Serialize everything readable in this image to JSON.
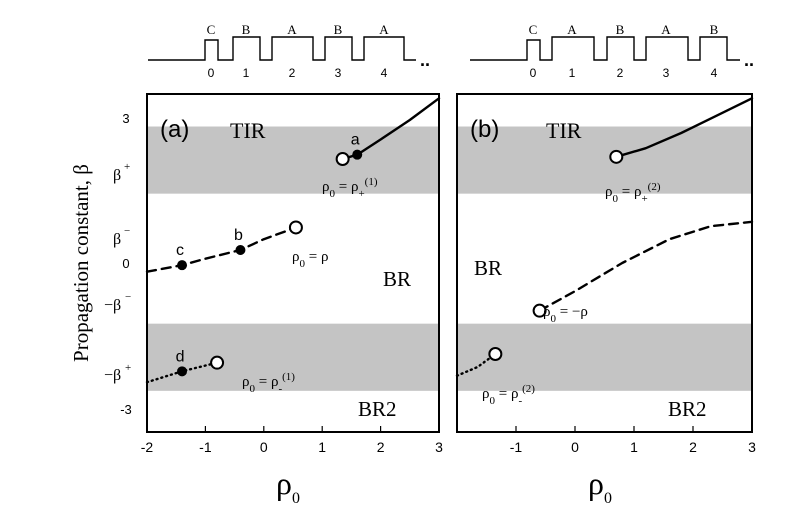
{
  "ylabel": "Propagation constant,  β",
  "xlabel_main": "ρ",
  "xlabel_sub": "0",
  "region_labels": {
    "tir": "TIR",
    "br": "BR",
    "br2": "BR2"
  },
  "ytick_labels": [
    "3",
    "β",
    "+",
    "β",
    "−",
    "0",
    "−β",
    "−",
    "−β",
    "+",
    "-3"
  ],
  "structure_labels": {
    "a": {
      "letters": [
        "C",
        "B",
        "A",
        "B",
        "A"
      ],
      "numbers": [
        "0",
        "1",
        "2",
        "3",
        "4"
      ],
      "ellipsis": ".."
    },
    "b": {
      "letters": [
        "C",
        "A",
        "B",
        "A",
        "B"
      ],
      "numbers": [
        "0",
        "1",
        "2",
        "3",
        "4"
      ],
      "ellipsis": ".."
    }
  },
  "chart_data": [
    {
      "type": "line",
      "panel_label": "(a)",
      "xlim": [
        -2,
        3
      ],
      "ylim": [
        -4,
        3.8
      ],
      "xticks": [
        -2,
        -1,
        0,
        1,
        2,
        3
      ],
      "xtick_labels": [
        "-2",
        "-1",
        "0",
        "1",
        "2",
        "3"
      ],
      "bands": [
        [
          1.5,
          3.05
        ],
        [
          -3.05,
          -1.5
        ]
      ],
      "series": [
        {
          "style": "solid",
          "x": [
            1.35,
            1.6,
            2.0,
            2.5,
            3.0
          ],
          "y": [
            2.3,
            2.4,
            2.75,
            3.2,
            3.7
          ]
        },
        {
          "style": "dashed",
          "x": [
            -2.0,
            -1.4,
            -1.0,
            -0.4,
            0.0,
            0.55
          ],
          "y": [
            -0.3,
            -0.15,
            0.0,
            0.2,
            0.45,
            0.72
          ]
        },
        {
          "style": "dotted",
          "x": [
            -2.0,
            -1.4,
            -0.8
          ],
          "y": [
            -2.85,
            -2.6,
            -2.4
          ]
        }
      ],
      "markers": [
        {
          "x": 1.35,
          "y": 2.3,
          "fill": "open",
          "label": ""
        },
        {
          "x": 1.6,
          "y": 2.4,
          "fill": "filled",
          "label": "a"
        },
        {
          "x": 0.55,
          "y": 0.72,
          "fill": "open",
          "label": ""
        },
        {
          "x": -0.4,
          "y": 0.2,
          "fill": "filled",
          "label": "b"
        },
        {
          "x": -1.4,
          "y": -0.15,
          "fill": "filled",
          "label": "c"
        },
        {
          "x": -0.8,
          "y": -2.4,
          "fill": "open",
          "label": ""
        },
        {
          "x": -1.4,
          "y": -2.6,
          "fill": "filled",
          "label": "d"
        }
      ],
      "annotations": [
        {
          "main": "ρ",
          "sub": "0",
          "eq": " = ρ",
          "esub": "+",
          "esup": "(1)"
        },
        {
          "main": "ρ",
          "sub": "0",
          "eq": " = ρ",
          "esub": "",
          "esup": ""
        },
        {
          "main": "ρ",
          "sub": "0",
          "eq": " = ρ",
          "esub": "-",
          "esup": "(1)"
        }
      ]
    },
    {
      "type": "line",
      "panel_label": "(b)",
      "xlim": [
        -2,
        3
      ],
      "ylim": [
        -4,
        3.8
      ],
      "xticks": [
        -1,
        0,
        1,
        2,
        3
      ],
      "xtick_labels": [
        "-1",
        "0",
        "1",
        "2",
        "3"
      ],
      "bands": [
        [
          1.5,
          3.05
        ],
        [
          -3.05,
          -1.5
        ]
      ],
      "series": [
        {
          "style": "solid",
          "x": [
            0.7,
            1.2,
            1.8,
            2.4,
            3.0
          ],
          "y": [
            2.35,
            2.55,
            2.9,
            3.3,
            3.7
          ]
        },
        {
          "style": "dashed",
          "x": [
            -0.6,
            0.0,
            0.8,
            1.6,
            2.3,
            3.0
          ],
          "y": [
            -1.2,
            -0.75,
            -0.1,
            0.45,
            0.75,
            0.85
          ]
        },
        {
          "style": "dotted",
          "x": [
            -2.0,
            -1.65,
            -1.35
          ],
          "y": [
            -2.7,
            -2.5,
            -2.2
          ]
        }
      ],
      "markers": [
        {
          "x": 0.7,
          "y": 2.35,
          "fill": "open",
          "label": ""
        },
        {
          "x": -0.6,
          "y": -1.2,
          "fill": "open",
          "label": ""
        },
        {
          "x": -1.35,
          "y": -2.2,
          "fill": "open",
          "label": ""
        }
      ],
      "annotations": [
        {
          "main": "ρ",
          "sub": "0",
          "eq": " = ρ",
          "esub": "+",
          "esup": "(2)"
        },
        {
          "main": "ρ",
          "sub": "0",
          "eq": " = −ρ",
          "esub": "",
          "esup": ""
        },
        {
          "main": "ρ",
          "sub": "0",
          "eq": " = ρ",
          "esub": "-",
          "esup": "(2)"
        }
      ]
    }
  ]
}
